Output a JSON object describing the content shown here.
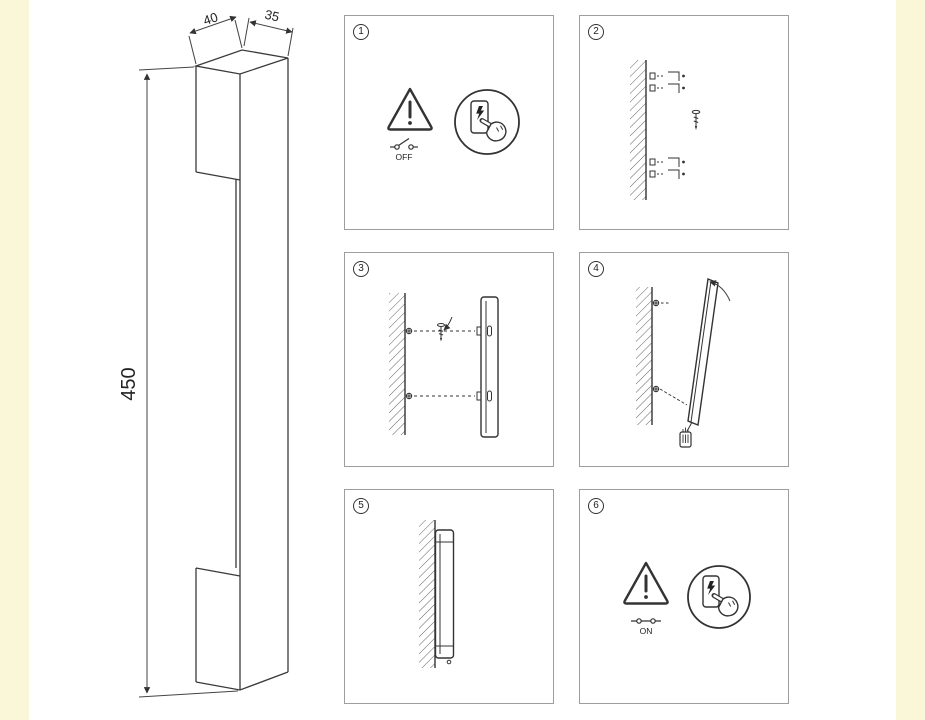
{
  "sheet": {
    "background": "#faf6d8",
    "paper": "#ffffff",
    "line_color": "#3a3a3a",
    "panel_border": "#9e9e9e"
  },
  "drawing": {
    "height_label": "450",
    "width_label": "40",
    "depth_label": "35"
  },
  "panels": [
    {
      "num": "1",
      "label": "OFF"
    },
    {
      "num": "2"
    },
    {
      "num": "3"
    },
    {
      "num": "4"
    },
    {
      "num": "5"
    },
    {
      "num": "6",
      "label": "ON"
    }
  ]
}
